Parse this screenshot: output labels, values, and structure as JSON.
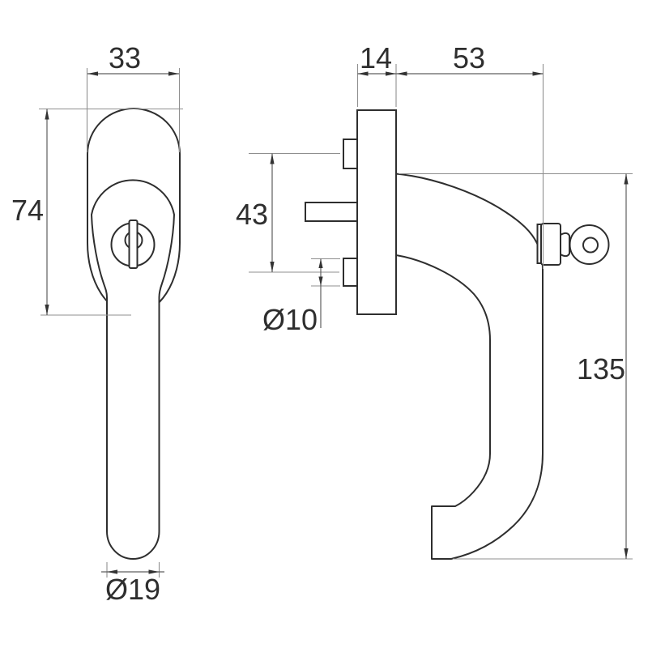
{
  "drawing": {
    "type": "technical dimension drawing",
    "subject": "lockable window handle, front view and side view",
    "background_color": "#ffffff",
    "object_line_color": "#2e2e2e",
    "dimension_line_color": "#8f8f8f",
    "text_color": "#2e2e2e",
    "views": {
      "front_view": {
        "name": "front view of handle with key cylinder",
        "dims": {
          "rosette_width": "33",
          "rosette_height": "74",
          "grip_diameter": "Ø19"
        }
      },
      "side_view": {
        "name": "side view of handle with mounting plate, spindle and key",
        "dims": {
          "plate_depth": "14",
          "handle_reach": "53",
          "screw_spacing": "43",
          "screw_hole_diameter": "Ø10",
          "handle_height": "135"
        }
      }
    }
  }
}
